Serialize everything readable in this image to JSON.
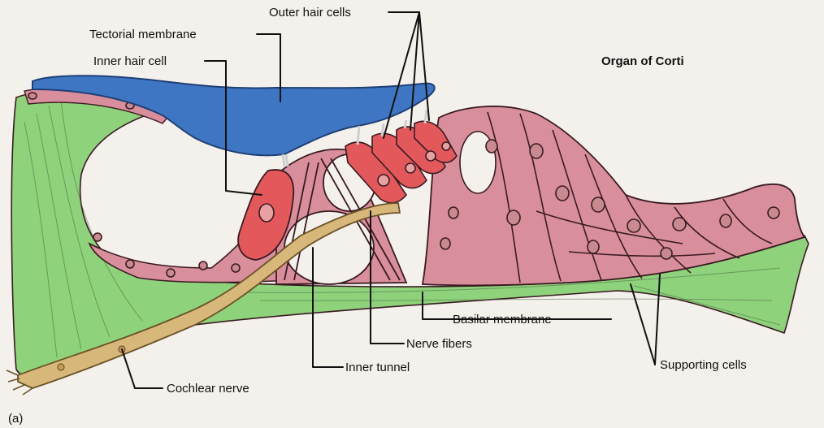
{
  "labels": {
    "title": "Organ of Corti",
    "outer_hair_cells": "Outer hair cells",
    "tectorial_membrane": "Tectorial membrane",
    "inner_hair_cell": "Inner hair cell",
    "basilar_membrane": "Basilar membrane",
    "nerve_fibers": "Nerve fibers",
    "supporting_cells": "Supporting cells",
    "inner_tunnel": "Inner tunnel",
    "cochlear_nerve": "Cochlear nerve",
    "panel": "(a)"
  },
  "colors": {
    "background": "#f4f1ec",
    "tectorial": "#3f76c4",
    "supporting_tissue": "#d98f9b",
    "hair_cells": "#e3595b",
    "basilar_green": "#8ed27c",
    "nerve": "#d8b87a",
    "outline": "#3a1a22"
  }
}
